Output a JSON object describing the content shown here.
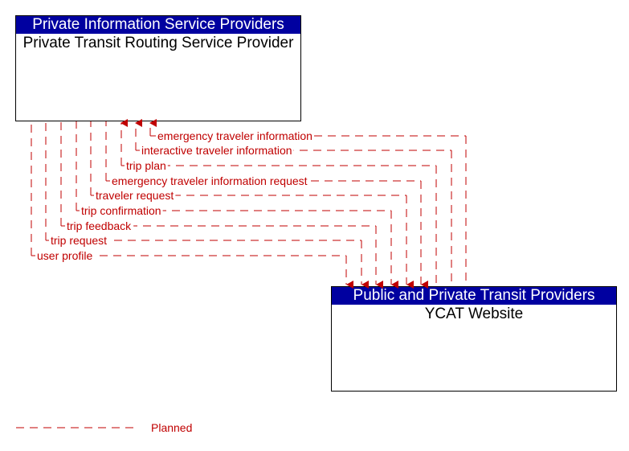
{
  "colors": {
    "header_bg": "#0000a0",
    "header_text": "#ffffff",
    "flow_planned": "#c00000",
    "box_border": "#000000"
  },
  "source_box": {
    "category": "Private Information Service Providers",
    "name": "Private Transit Routing Service Provider"
  },
  "target_box": {
    "category": "Public and Private Transit Providers",
    "name": "YCAT Website"
  },
  "flows": [
    {
      "label": "emergency traveler information",
      "direction": "to_source",
      "status": "Planned"
    },
    {
      "label": "interactive traveler information",
      "direction": "to_source",
      "status": "Planned"
    },
    {
      "label": "trip plan",
      "direction": "to_source",
      "status": "Planned"
    },
    {
      "label": "emergency traveler information request",
      "direction": "to_target",
      "status": "Planned"
    },
    {
      "label": "traveler request",
      "direction": "to_target",
      "status": "Planned"
    },
    {
      "label": "trip confirmation",
      "direction": "to_target",
      "status": "Planned"
    },
    {
      "label": "trip feedback",
      "direction": "to_target",
      "status": "Planned"
    },
    {
      "label": "trip request",
      "direction": "to_target",
      "status": "Planned"
    },
    {
      "label": "user profile",
      "direction": "to_target",
      "status": "Planned"
    }
  ],
  "legend": {
    "planned_label": "Planned"
  }
}
